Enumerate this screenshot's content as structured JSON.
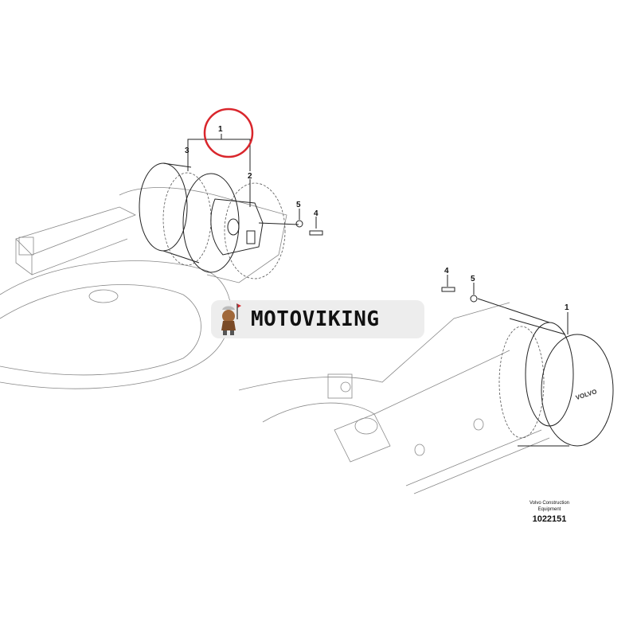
{
  "diagram": {
    "left_assembly": {
      "callouts": [
        "1",
        "2",
        "3",
        "5",
        "4"
      ],
      "highlighted_callout": "1"
    },
    "right_assembly": {
      "callouts": [
        "4",
        "5",
        "1"
      ],
      "housing_brand": "VOLVO"
    },
    "caption": {
      "publisher": "Volvo Construction Equipment",
      "publisher_line1": "Volvo Construction",
      "publisher_line2": "Equipment",
      "figure_number": "1022151"
    },
    "highlight_color": "#d9262c"
  },
  "watermark": {
    "text": "MOTOVIKING"
  }
}
